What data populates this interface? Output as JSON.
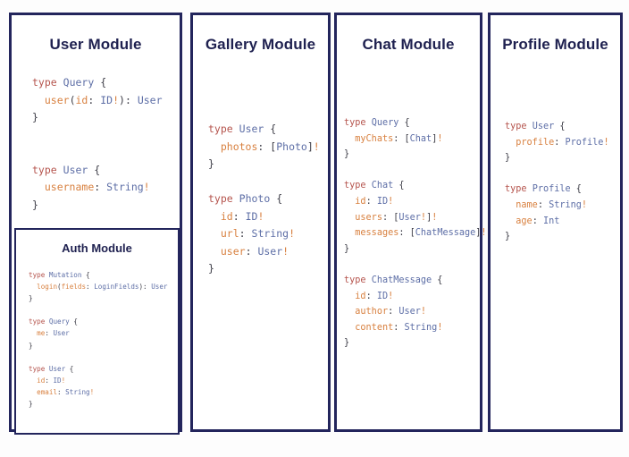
{
  "diagram": {
    "type": "graphql-schema-module-map",
    "background_color": "#fdfdfd",
    "card_border_color": "#23255c",
    "title_color": "#1f2150",
    "token_colors": {
      "keyword": "#b5544d",
      "type_name": "#5d6ea6",
      "field_name": "#d8803f",
      "punctuation": "#3c3c46"
    }
  },
  "modules": {
    "user": {
      "title": "User Module",
      "code_lines": [
        "type Query {",
        "  user(id: ID!): User",
        "}",
        "",
        "",
        "type User {",
        "  username: String!",
        "}"
      ],
      "types": [
        {
          "name": "Query",
          "fields": [
            {
              "name": "user",
              "args": "id: ID!",
              "type": "User"
            }
          ]
        },
        {
          "name": "User",
          "fields": [
            {
              "name": "username",
              "type": "String!"
            }
          ]
        }
      ],
      "nested": {
        "auth": {
          "title": "Auth Module",
          "code_lines": [
            "type Mutation {",
            "  login(fields: LoginFields): User",
            "}",
            "",
            "type Query {",
            "  me: User",
            "}",
            "",
            "type User {",
            "  id: ID!",
            "  email: String!",
            "}"
          ],
          "types": [
            {
              "name": "Mutation",
              "fields": [
                {
                  "name": "login",
                  "args": "fields: LoginFields",
                  "type": "User"
                }
              ]
            },
            {
              "name": "Query",
              "fields": [
                {
                  "name": "me",
                  "type": "User"
                }
              ]
            },
            {
              "name": "User",
              "fields": [
                {
                  "name": "id",
                  "type": "ID!"
                },
                {
                  "name": "email",
                  "type": "String!"
                }
              ]
            }
          ]
        }
      }
    },
    "gallery": {
      "title": "Gallery Module",
      "code_lines": [
        "type User {",
        "  photos: [Photo]!",
        "}",
        "",
        "type Photo {",
        "  id: ID!",
        "  url: String!",
        "  user: User!",
        "}"
      ],
      "types": [
        {
          "name": "User",
          "fields": [
            {
              "name": "photos",
              "type": "[Photo]!"
            }
          ]
        },
        {
          "name": "Photo",
          "fields": [
            {
              "name": "id",
              "type": "ID!"
            },
            {
              "name": "url",
              "type": "String!"
            },
            {
              "name": "user",
              "type": "User!"
            }
          ]
        }
      ]
    },
    "chat": {
      "title": "Chat Module",
      "code_lines": [
        "type Query {",
        "  myChats: [Chat]!",
        "}",
        "",
        "type Chat {",
        "  id: ID!",
        "  users: [User!]!",
        "  messages: [ChatMessage]!",
        "}",
        "",
        "type ChatMessage {",
        "  id: ID!",
        "  author: User!",
        "  content: String!",
        "}"
      ],
      "types": [
        {
          "name": "Query",
          "fields": [
            {
              "name": "myChats",
              "type": "[Chat]!"
            }
          ]
        },
        {
          "name": "Chat",
          "fields": [
            {
              "name": "id",
              "type": "ID!"
            },
            {
              "name": "users",
              "type": "[User!]!"
            },
            {
              "name": "messages",
              "type": "[ChatMessage]!"
            }
          ]
        },
        {
          "name": "ChatMessage",
          "fields": [
            {
              "name": "id",
              "type": "ID!"
            },
            {
              "name": "author",
              "type": "User!"
            },
            {
              "name": "content",
              "type": "String!"
            }
          ]
        }
      ]
    },
    "profile": {
      "title": "Profile Module",
      "code_lines": [
        "type User {",
        "  profile: Profile!",
        "}",
        "",
        "type Profile {",
        "  name: String!",
        "  age: Int",
        "}"
      ],
      "types": [
        {
          "name": "User",
          "fields": [
            {
              "name": "profile",
              "type": "Profile!"
            }
          ]
        },
        {
          "name": "Profile",
          "fields": [
            {
              "name": "name",
              "type": "String!"
            },
            {
              "name": "age",
              "type": "Int"
            }
          ]
        }
      ]
    }
  }
}
